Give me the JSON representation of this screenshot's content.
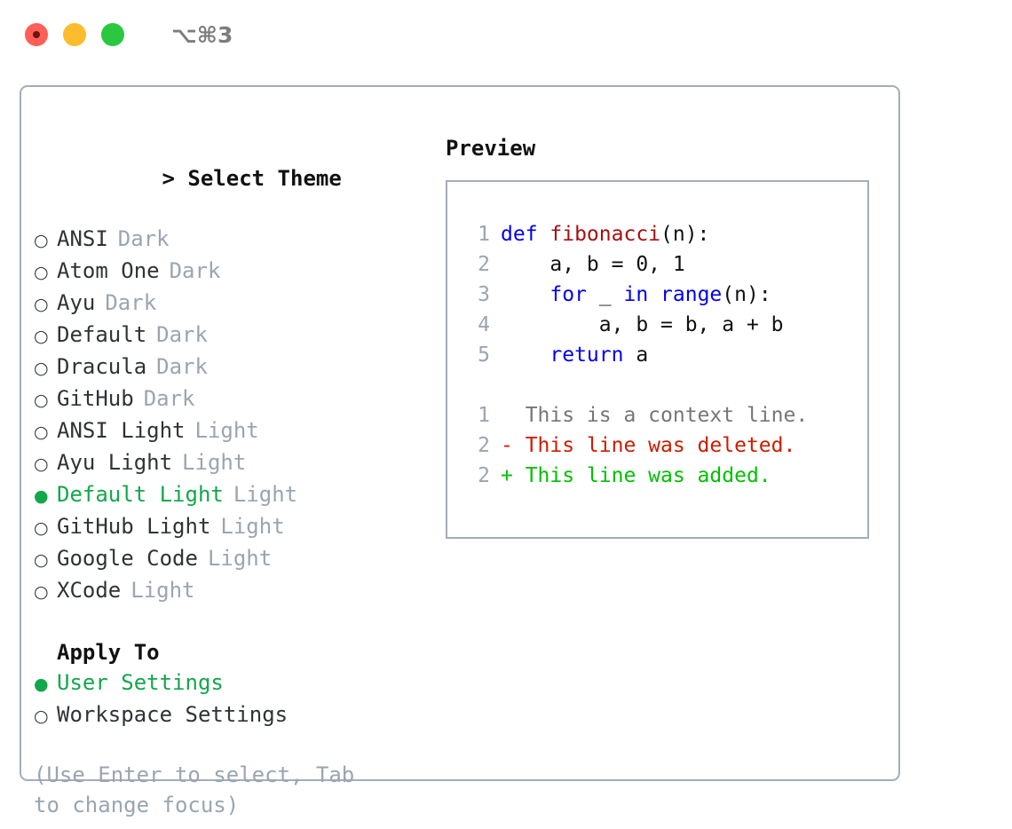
{
  "titlebar": {
    "shortcut": "⌥⌘3",
    "lights": [
      "close-red",
      "minimize-yellow",
      "zoom-green"
    ]
  },
  "colors": {
    "selected_green": "#13a74b",
    "tag_grey": "#9aa5b1",
    "keyword_blue": "#0000ee",
    "function_red": "#a51010",
    "diff_deleted": "#cc1c00",
    "diff_added": "#00c000",
    "border": "#a3adb9"
  },
  "theme_section": {
    "heading": "Select Theme",
    "caret": "> ",
    "marker_selected": "●",
    "marker_unselected": "○",
    "items": [
      {
        "label": "ANSI",
        "tag": "Dark",
        "selected": false
      },
      {
        "label": "Atom One",
        "tag": "Dark",
        "selected": false
      },
      {
        "label": "Ayu",
        "tag": "Dark",
        "selected": false
      },
      {
        "label": "Default",
        "tag": "Dark",
        "selected": false
      },
      {
        "label": "Dracula",
        "tag": "Dark",
        "selected": false
      },
      {
        "label": "GitHub",
        "tag": "Dark",
        "selected": false
      },
      {
        "label": "ANSI Light",
        "tag": "Light",
        "selected": false
      },
      {
        "label": "Ayu Light",
        "tag": "Light",
        "selected": false
      },
      {
        "label": "Default Light",
        "tag": "Light",
        "selected": true
      },
      {
        "label": "GitHub Light",
        "tag": "Light",
        "selected": false
      },
      {
        "label": "Google Code",
        "tag": "Light",
        "selected": false
      },
      {
        "label": "XCode",
        "tag": "Light",
        "selected": false
      }
    ]
  },
  "apply_section": {
    "heading": "Apply To",
    "items": [
      {
        "label": "User Settings",
        "selected": true
      },
      {
        "label": "Workspace Settings",
        "selected": false
      }
    ]
  },
  "help_text": "(Use Enter to select, Tab to change focus)",
  "preview": {
    "title": "Preview",
    "code_lines": [
      {
        "num": "1",
        "tokens": [
          {
            "t": "def ",
            "c": "kw"
          },
          {
            "t": "fibonacci",
            "c": "fn"
          },
          {
            "t": "(n):",
            "c": "plain"
          }
        ]
      },
      {
        "num": "2",
        "tokens": [
          {
            "t": "    a, b = 0, 1",
            "c": "plain"
          }
        ]
      },
      {
        "num": "3",
        "tokens": [
          {
            "t": "    ",
            "c": "plain"
          },
          {
            "t": "for",
            "c": "kw"
          },
          {
            "t": " _ ",
            "c": "plain"
          },
          {
            "t": "in",
            "c": "kw"
          },
          {
            "t": " ",
            "c": "plain"
          },
          {
            "t": "range",
            "c": "kw"
          },
          {
            "t": "(n):",
            "c": "plain"
          }
        ]
      },
      {
        "num": "4",
        "tokens": [
          {
            "t": "        a, b = b, a + b",
            "c": "plain"
          }
        ]
      },
      {
        "num": "5",
        "tokens": [
          {
            "t": "    ",
            "c": "plain"
          },
          {
            "t": "return",
            "c": "kw"
          },
          {
            "t": " a",
            "c": "plain"
          }
        ]
      }
    ],
    "diff_lines": [
      {
        "num": "1",
        "tokens": [
          {
            "t": "  This is a context line.",
            "c": "ctx"
          }
        ]
      },
      {
        "num": "2",
        "tokens": [
          {
            "t": "- This line was deleted.",
            "c": "del"
          }
        ]
      },
      {
        "num": "2",
        "tokens": [
          {
            "t": "+ This line was added.",
            "c": "add"
          }
        ]
      }
    ]
  }
}
